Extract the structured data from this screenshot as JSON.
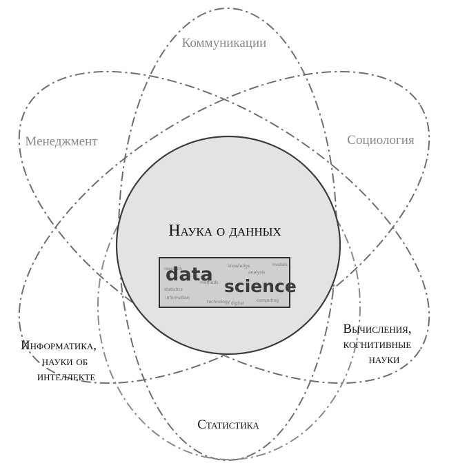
{
  "diagram": {
    "center_title": "Наука о данных",
    "logo": {
      "word1": "data",
      "word2": "science",
      "small_words": [
        "research",
        "knowledge",
        "analysis",
        "statistics",
        "information",
        "technology",
        "computing",
        "methods",
        "digital",
        "models"
      ]
    },
    "labels": {
      "communications": "Коммуникации",
      "management": "Менеджмент",
      "sociology": "Социология",
      "informatics_line1": "Информатика,",
      "informatics_line2": "науки об",
      "informatics_line3": "интеллекте",
      "computing_line1": "Вычисления,",
      "computing_line2": "когнитивные",
      "computing_line3": "науки",
      "statistics": "Статистика"
    }
  }
}
